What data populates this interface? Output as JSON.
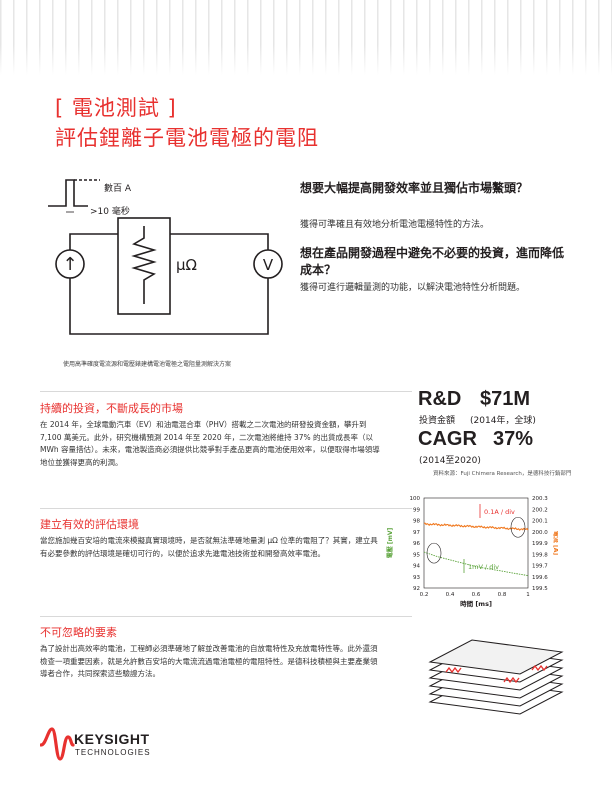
{
  "header": {
    "title_line1": "[ 電池測試 ]",
    "title_line2": "評估鋰離子電池電極的電阻"
  },
  "diagram": {
    "pulse_label": "數百 A",
    "time_label": ">10 毫秒",
    "resistor_label": "µΩ",
    "voltmeter_label": "V",
    "source_label": "↑",
    "caption": "使用高準確度電流源和電壓錶建構電池電極之電阻量測解決方案"
  },
  "intro": {
    "q1": "想要大幅提高開發效率並且獨佔市場鰲頭？",
    "a1": "獲得可準確且有效地分析電池電極特性的方法。",
    "q2": "想在產品開發過程中避免不必要的投資，進而降低成本？",
    "a2": "獲得可進行邏輯量測的功能，以解決電池特性分析問題。"
  },
  "sections": [
    {
      "heading": "持續的投資，不斷成長的市場",
      "body": "在 2014 年，全球電動汽車（EV）和油電混合車（PHV）搭載之二次電池的研發投資金額，攀升到 7,100 萬美元。此外，研究機構預測 2014 年至 2020 年，二次電池將維持 37% 的出貨成長率（以 MWh 容量措估）。未來，電池製造商必須提供比競爭對手產品更高的電池使用效率，以便取得市場領導地位並獲得更高的利潤。"
    },
    {
      "heading": "建立有效的評估環境",
      "body": "當您施加幾百安培的電流來模擬真實環境時，是否就無法準確地量測 µΩ 位準的電阻了？其實，建立具有必要參數的評估環境是確切可行的，以便於追求先進電池技術並和開發高效率電池。"
    },
    {
      "heading": "不可忽略的要素",
      "body": "為了設計出高效率的電池，工程師必須準確地了解並改善電池的自放電特性及充放電特性等。此外還須檢查一項重要因素，就是允許數百安培的大電流流過電池電極的電阻特性。是德科技積極與主要產業領導者合作，共同探索這些驗證方法。"
    }
  ],
  "stats": {
    "rd_label": "R&D",
    "rd_value": "$71M",
    "rd_sub1": "投資金額",
    "rd_sub2": "(2014年，全球)",
    "cagr_label": "CAGR",
    "cagr_value": "37%",
    "cagr_sub": "(2014至2020)",
    "source": "資料來源：Fuji Chimera Research，是德科技行銷部門"
  },
  "chart_data": {
    "type": "line",
    "title": "",
    "xlabel": "時間 [ms]",
    "ylabel_left": "電壓 [mV]",
    "ylabel_right": "電流 [A]",
    "x_ticks": [
      "0.2",
      "0.4",
      "0.6",
      "0.8",
      "1"
    ],
    "y_left_ticks": [
      "100",
      "99",
      "98",
      "97",
      "96",
      "95",
      "94",
      "93",
      "92"
    ],
    "y_right_ticks": [
      "200.3",
      "200.2",
      "200.1",
      "200.0",
      "199.9",
      "199.8",
      "199.7",
      "199.6",
      "199.5"
    ],
    "xlim": [
      0.2,
      1
    ],
    "ylim_left": [
      92,
      100
    ],
    "ylim_right": [
      199.5,
      200.3
    ],
    "annotations": [
      "0.1A / div",
      "1mV / div"
    ],
    "series": [
      {
        "name": "",
        "color": "#f0781e",
        "axis": "right",
        "x": [
          0.2,
          1.0
        ],
        "y": [
          200.07,
          200.02
        ]
      },
      {
        "name": "",
        "color": "#5ba33b",
        "axis": "left",
        "x": [
          0.2,
          0.3,
          0.4,
          0.5,
          0.6,
          0.7,
          0.8,
          0.9,
          1.0
        ],
        "y": [
          95.2,
          94.8,
          94.5,
          94.2,
          93.9,
          93.7,
          93.5,
          93.3,
          93.1
        ]
      }
    ],
    "grid": false,
    "legend": "none"
  },
  "logo": {
    "word": "KEYSIGHT",
    "sub": "TECHNOLOGIES"
  },
  "colors": {
    "accent": "#e8312f",
    "orange": "#f0781e",
    "green": "#5ba33b"
  }
}
